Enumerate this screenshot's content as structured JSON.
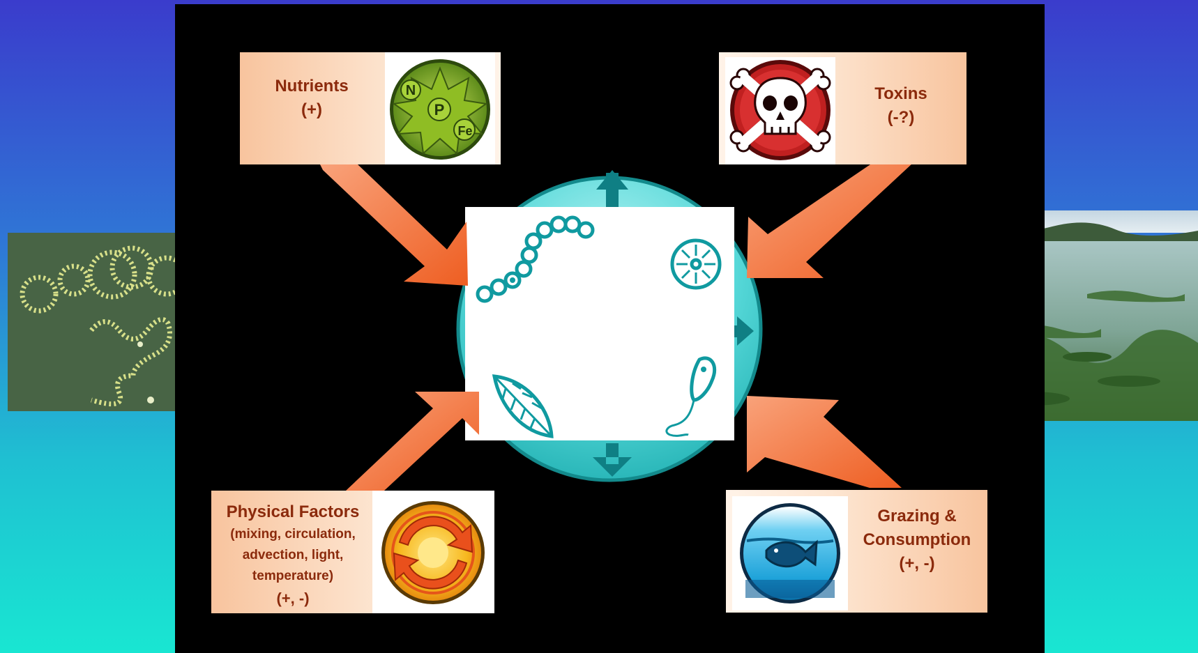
{
  "factors": {
    "nutrients": {
      "title": "Nutrients",
      "effect": "(+)",
      "icon": "nutrient-star-icon",
      "icon_letters": [
        "N",
        "P",
        "Fe"
      ]
    },
    "toxins": {
      "title": "Toxins",
      "effect": "(-?)",
      "icon": "skull-crossbones-icon"
    },
    "physical": {
      "title": "Physical Factors",
      "detail_1": "(mixing, circulation,",
      "detail_2": "advection, light,",
      "detail_3": "temperature)",
      "effect": "(+, -)",
      "icon": "cycle-arrows-icon"
    },
    "grazing": {
      "title_1": "Grazing &",
      "title_2": "Consumption",
      "effect": "(+, -)",
      "icon": "fish-in-water-icon"
    }
  },
  "center": {
    "icons": [
      "cyanobacteria-chain-icon",
      "diatom-icon",
      "leaf-cell-icon",
      "flagellate-icon"
    ]
  },
  "photos": {
    "left": "cyanobacteria-micrograph",
    "right": "lake-algal-bloom-photo"
  },
  "colors": {
    "panel_bg": "#000000",
    "label_text": "#8b2a0c",
    "arrow": "#f06a30",
    "circle": "#3ccfcf",
    "teal_icon": "#0f8f95"
  }
}
